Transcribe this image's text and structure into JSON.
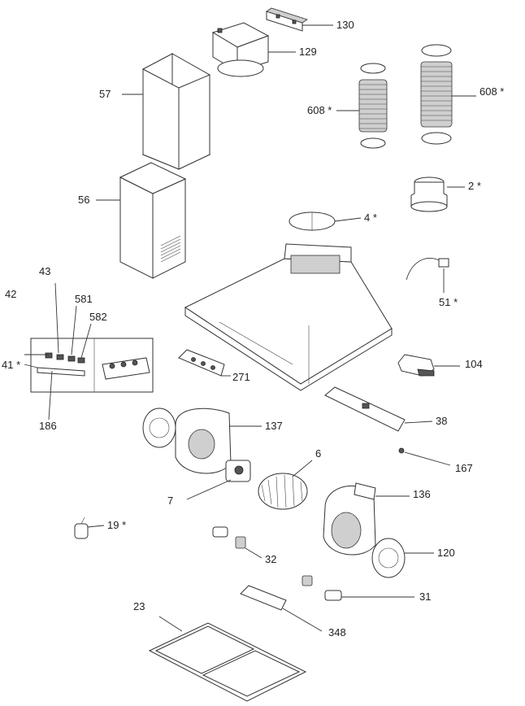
{
  "labels": {
    "p130": "130",
    "p129": "129",
    "p57": "57",
    "p608a": "608 *",
    "p608b": "608 *",
    "p56": "56",
    "p2": "2 *",
    "p4": "4 *",
    "p43": "43",
    "p42": "42",
    "p581": "581",
    "p582": "582",
    "p51": "51 *",
    "p41": "41 *",
    "p104": "104",
    "p271": "271",
    "p186": "186",
    "p38": "38",
    "p137": "137",
    "p6": "6",
    "p167": "167",
    "p7": "7",
    "p136": "136",
    "p19": "19 *",
    "p120": "120",
    "p32": "32",
    "p31": "31",
    "p23": "23",
    "p348": "348"
  }
}
